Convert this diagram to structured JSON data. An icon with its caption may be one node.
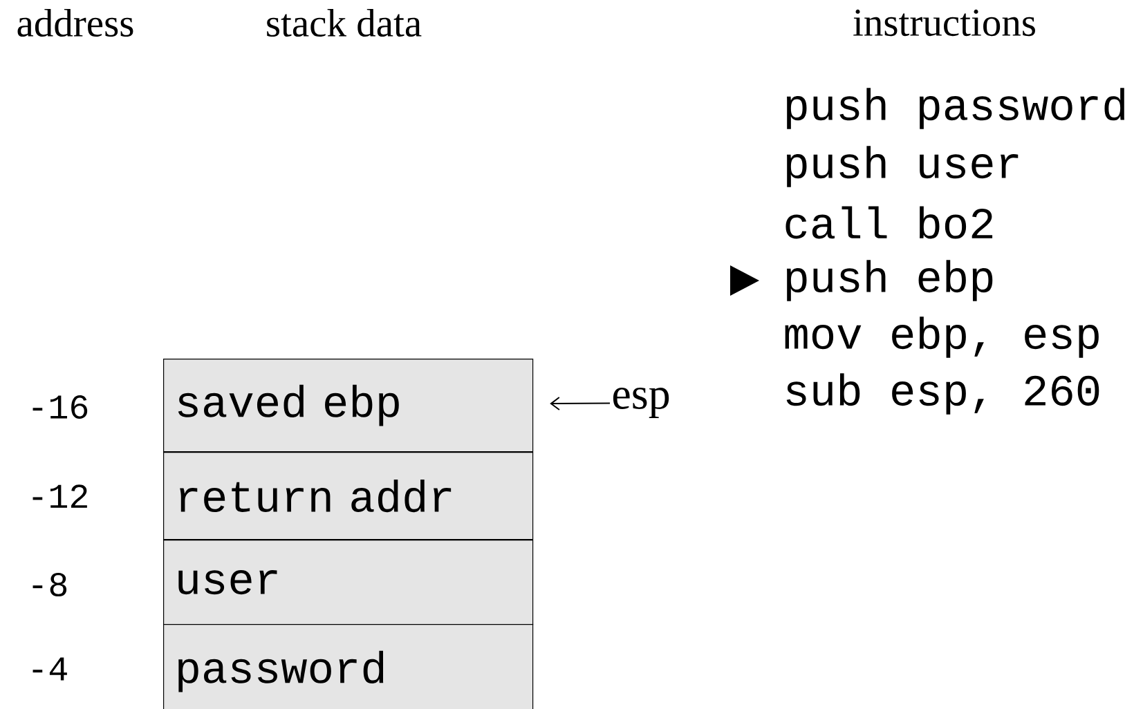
{
  "diagram": {
    "nodes": [
      {
        "text": [
          "saved ebp"
        ]
      },
      {
        "text": [
          "return addr"
        ]
      },
      {
        "text": [
          "user"
        ]
      },
      {
        "text": [
          "password"
        ]
      },
      {
        "text": [
          "esp"
        ]
      }
    ],
    "edges": [
      {
        "from": 4,
        "to": 0,
        "arrow": "to"
      }
    ],
    "labels": [
      "address",
      "stack data",
      "instructions",
      "push password",
      "push user",
      "call bo2",
      "push ebp",
      "mov ebp, esp",
      "sub esp, 260",
      "-16",
      "-12",
      "-8",
      "-4"
    ]
  }
}
